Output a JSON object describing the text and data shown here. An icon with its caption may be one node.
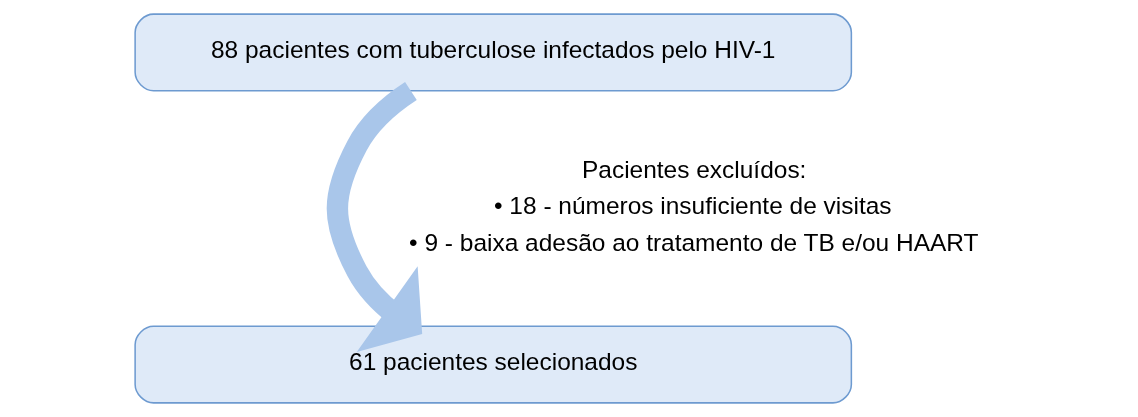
{
  "diagram": {
    "nodes": [
      {
        "text": [
          "88 pacientes com tuberculose infectados pelo HIV-1"
        ]
      },
      {
        "text": [
          "61 pacientes selecionados"
        ]
      }
    ],
    "edges": [
      {
        "from": 0,
        "to": 1,
        "arrow": "to"
      }
    ],
    "labels": [
      "Pacientes excluídos:",
      "• 18 - números insuficiente de visitas",
      "• 9 - baixa adesão ao tratamento de TB e/ou HAART"
    ]
  }
}
